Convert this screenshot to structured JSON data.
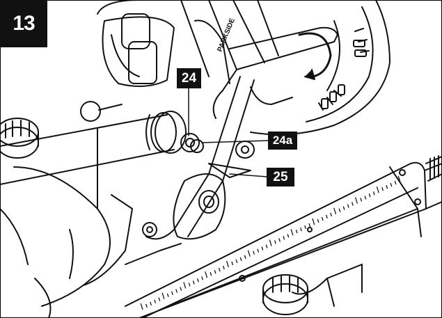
{
  "figure": {
    "number": "13",
    "brand_text": "PARKSIDE"
  },
  "callouts": [
    {
      "id": "c24",
      "label": "24"
    },
    {
      "id": "c24a",
      "label": "24a"
    },
    {
      "id": "c25",
      "label": "25"
    }
  ],
  "colors": {
    "ink": "#111111",
    "paper": "#ffffff"
  }
}
